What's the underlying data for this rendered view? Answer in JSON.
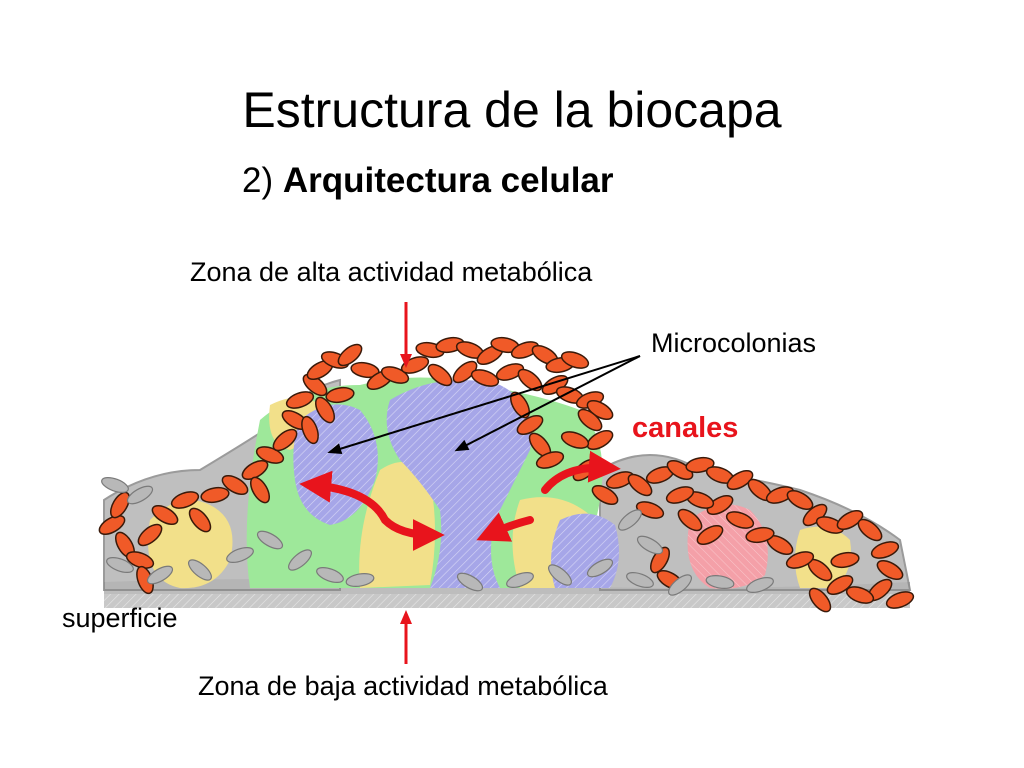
{
  "title": "Estructura de la biocapa",
  "subtitle": {
    "number": "2)",
    "text": "Arquitectura celular"
  },
  "labels": {
    "top_zone": "Zona de alta actividad metabólica",
    "microcolonies": "Microcolonias",
    "channels": "canales",
    "surface": "superficie",
    "bottom_zone": "Zona de baja actividad metabólica"
  },
  "colors": {
    "cell_fill": "#f05a28",
    "cell_outline": "#3a1a0a",
    "matrix_blue": "#a6a6e8",
    "matrix_yellow": "#f2e08a",
    "matrix_green": "#9ee89a",
    "matrix_pink": "#f4a0a8",
    "grey_cells": "#b8b8b8",
    "arrow_red": "#e8141c",
    "pointer_black": "#000000"
  }
}
